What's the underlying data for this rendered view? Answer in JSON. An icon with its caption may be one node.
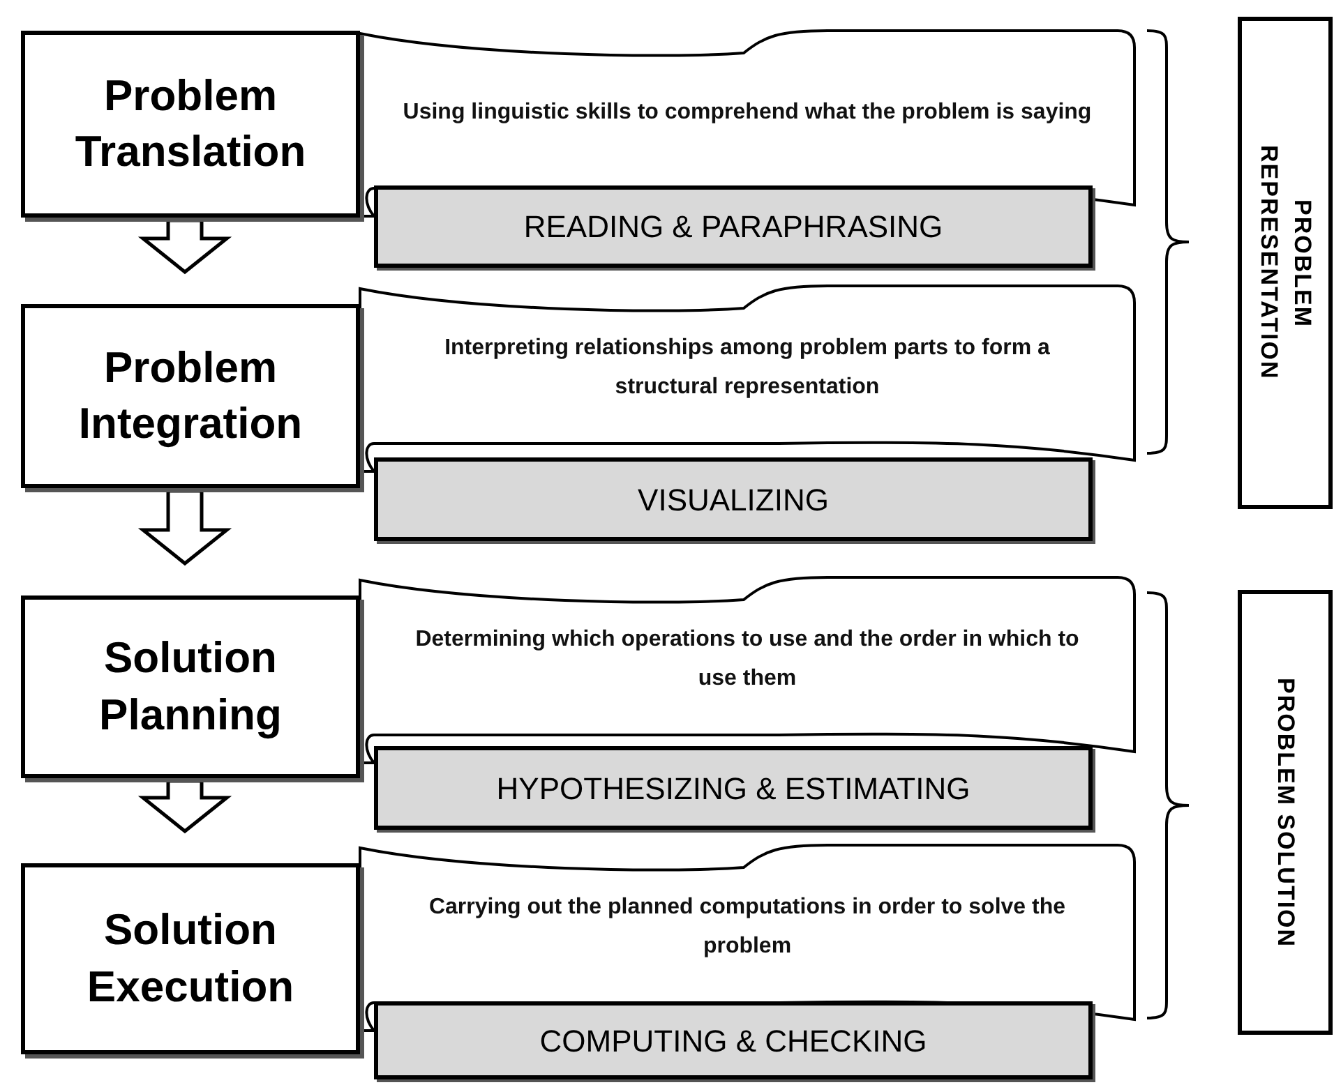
{
  "diagram": {
    "nodes": [
      {
        "text": [
          "Problem Translation"
        ]
      },
      {
        "text": [
          "Using linguistic skills to comprehend what the problem is saying"
        ]
      },
      {
        "text": [
          "READING & PARAPHRASING"
        ]
      },
      {
        "text": [
          "Problem Integration"
        ]
      },
      {
        "text": [
          "Interpreting relationships among problem parts to form a structural representation"
        ]
      },
      {
        "text": [
          "VISUALIZING"
        ]
      },
      {
        "text": [
          "Solution Planning"
        ]
      },
      {
        "text": [
          "Determining which operations to use and the order in which to use them"
        ]
      },
      {
        "text": [
          "HYPOTHESIZING & ESTIMATING"
        ]
      },
      {
        "text": [
          "Solution Execution"
        ]
      },
      {
        "text": [
          "Carrying out the planned computations in order to solve the problem"
        ]
      },
      {
        "text": [
          "COMPUTING & CHECKING"
        ]
      },
      {
        "text": [
          "PROBLEM REPRESENTATION"
        ]
      },
      {
        "text": [
          "PROBLEM SOLUTION"
        ]
      }
    ],
    "edges": [
      {
        "from": 0,
        "to": 3,
        "arrow": "to"
      },
      {
        "from": 3,
        "to": 6,
        "arrow": "to"
      },
      {
        "from": 6,
        "to": 9,
        "arrow": "to"
      }
    ]
  }
}
